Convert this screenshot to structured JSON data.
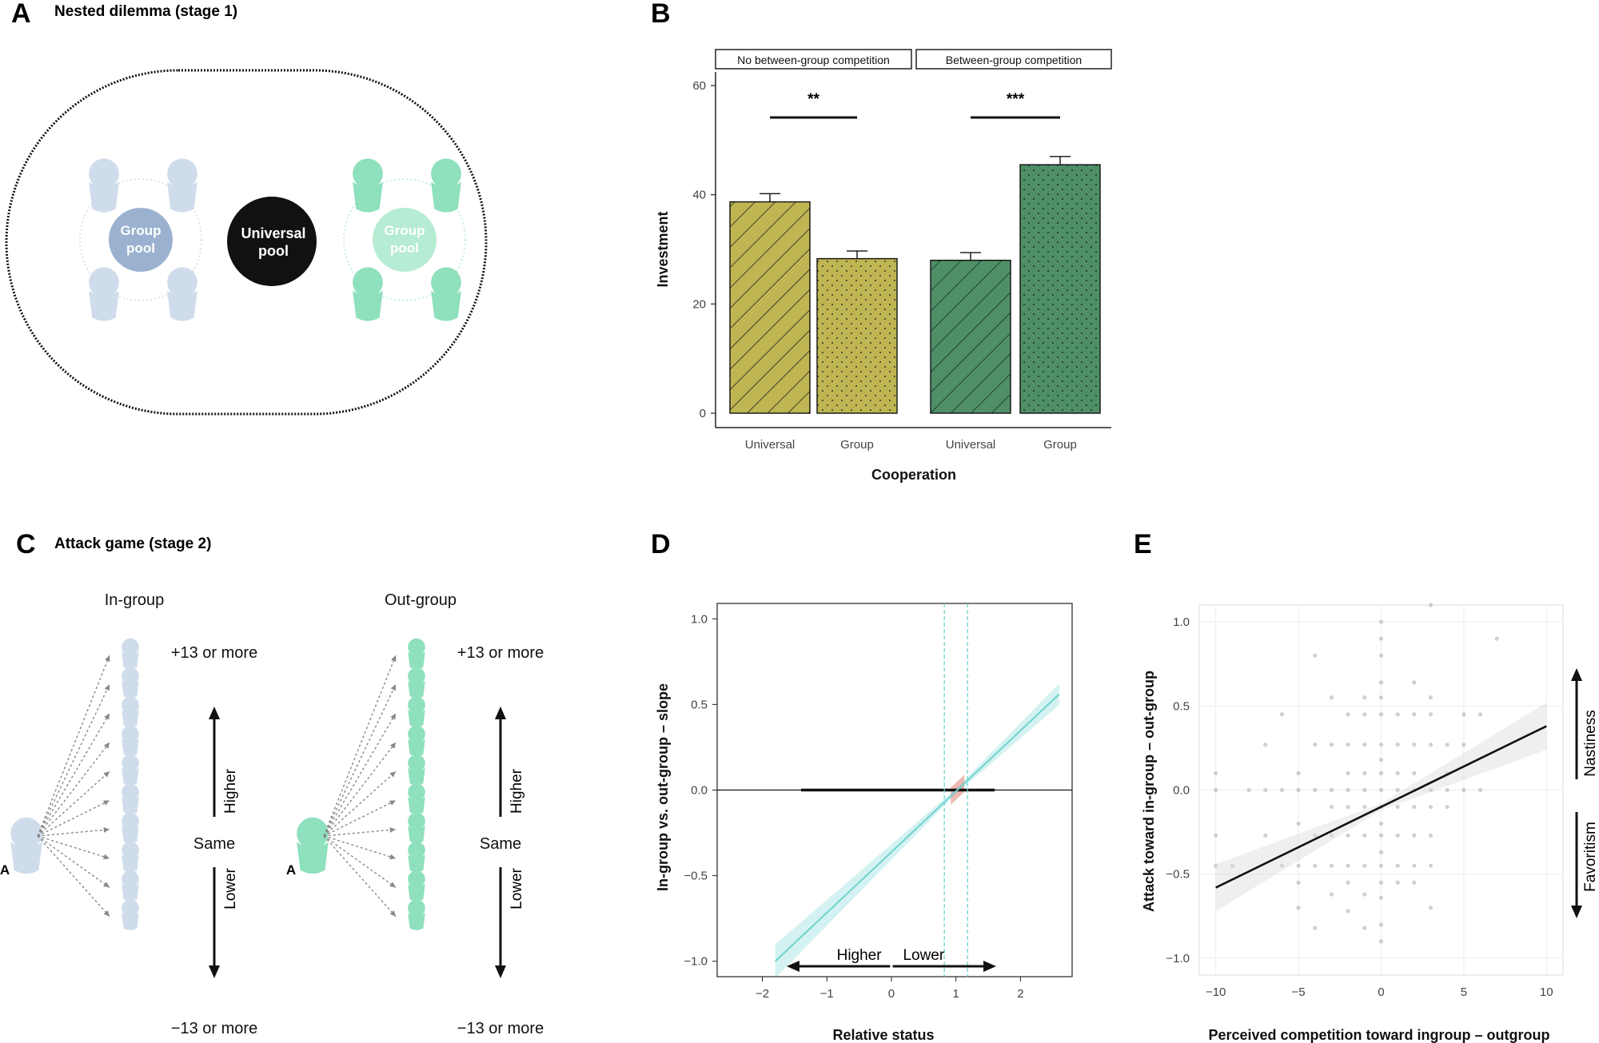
{
  "panels": {
    "a": {
      "letter": "A",
      "title": "Nested dilemma (stage 1)",
      "group_pool_label": [
        "Group",
        "pool"
      ],
      "universal_pool_label": [
        "Universal",
        "pool"
      ]
    },
    "b": {
      "letter": "B",
      "sig_left": "**",
      "sig_right": "***"
    },
    "c": {
      "letter": "C",
      "title": "Attack game (stage 2)",
      "ingroup_label": "In-group",
      "outgroup_label": "Out-group",
      "top_label": "+13 or more",
      "bottom_label": "−13 or more",
      "same_label": "Same",
      "higher_label": "Higher",
      "lower_label": "Lower",
      "attacker_label": "A"
    },
    "d": {
      "letter": "D",
      "higher_label": "Higher",
      "lower_label": "Lower"
    },
    "e": {
      "letter": "E",
      "nastiness_label": "Nastiness",
      "favoritism_label": "Favoritism"
    }
  },
  "colors": {
    "ingroup": "#cfdceb",
    "ingroup_pool": "#9ab2cf",
    "outgroup": "#8fe0bd",
    "outgroup_pool": "#b6ecd4",
    "universal_pool": "#111111",
    "olive": "#bfb552",
    "green": "#4f8f67",
    "teal_line": "#6fd3cf",
    "red_ci": "#e58a80"
  },
  "chart_data": [
    {
      "id": "B",
      "type": "bar",
      "facets": [
        "No between-group competition",
        "Between-group competition"
      ],
      "categories": [
        "Universal",
        "Group"
      ],
      "series": [
        {
          "values": [
            38.7,
            28.3
          ],
          "errors": [
            1.5,
            1.4
          ]
        },
        {
          "values": [
            28.0,
            45.5
          ],
          "errors": [
            1.4,
            1.5
          ]
        }
      ],
      "xlabel": "Cooperation",
      "ylabel": "Investment",
      "ylim": [
        0,
        60
      ],
      "yticks": [
        0,
        20,
        40,
        60
      ]
    },
    {
      "id": "D",
      "type": "line",
      "x": [
        -1.8,
        2.6
      ],
      "y": [
        -1.0,
        0.56
      ],
      "xlabel": "Relative status",
      "ylabel": "In-group vs. out-group – slope",
      "xlim": [
        -2.7,
        2.8
      ],
      "ylim": [
        -1.09,
        1.09
      ],
      "xticks": [
        -2,
        -1,
        0,
        1,
        2
      ],
      "yticks": [
        -1.0,
        -0.5,
        0.0,
        0.5,
        1.0
      ],
      "xtick_labels": [
        "−2",
        "−1",
        "0",
        "1",
        "2"
      ],
      "ytick_labels": [
        "−1.0",
        "−0.5",
        "0.0",
        "0.5",
        "1.0"
      ],
      "reference_lines": {
        "horizontal": 0.0,
        "vertical": [
          0.82,
          1.18
        ]
      },
      "zero_band": [
        -1.4,
        1.6
      ]
    },
    {
      "id": "E",
      "type": "scatter",
      "xlabel": "Perceived competition toward ingroup – outgroup",
      "ylabel": "Attack toward in-group – out-group",
      "xlim": [
        -11,
        11
      ],
      "ylim": [
        -1.1,
        1.1
      ],
      "xticks": [
        -10,
        -5,
        0,
        5,
        10
      ],
      "yticks": [
        -1.0,
        -0.5,
        0.0,
        0.5,
        1.0
      ],
      "xtick_labels": [
        "−10",
        "−5",
        "0",
        "5",
        "10"
      ],
      "ytick_labels": [
        "−1.0",
        "−0.5",
        "0.0",
        "0.5",
        "1.0"
      ],
      "fit_line": {
        "x": [
          -10,
          10
        ],
        "y": [
          -0.58,
          0.38
        ]
      },
      "points": [
        [
          -10,
          0.1
        ],
        [
          -10,
          0
        ],
        [
          -10,
          -0.27
        ],
        [
          -10,
          -0.45
        ],
        [
          -9,
          -0.45
        ],
        [
          -8,
          0
        ],
        [
          -7,
          0.27
        ],
        [
          -7,
          0
        ],
        [
          -7,
          -0.27
        ],
        [
          -6,
          0.45
        ],
        [
          -6,
          0
        ],
        [
          -6,
          -0.45
        ],
        [
          -5,
          0.1
        ],
        [
          -5,
          0
        ],
        [
          -5,
          -0.2
        ],
        [
          -5,
          -0.45
        ],
        [
          -5,
          -0.55
        ],
        [
          -5,
          -0.7
        ],
        [
          -4,
          0.8
        ],
        [
          -4,
          0.27
        ],
        [
          -4,
          0
        ],
        [
          -4,
          -0.27
        ],
        [
          -4,
          -0.45
        ],
        [
          -4,
          -0.82
        ],
        [
          -3,
          0.55
        ],
        [
          -3,
          0.27
        ],
        [
          -3,
          0
        ],
        [
          -3,
          -0.1
        ],
        [
          -3,
          -0.27
        ],
        [
          -3,
          -0.45
        ],
        [
          -3,
          -0.62
        ],
        [
          -2,
          0.45
        ],
        [
          -2,
          0.27
        ],
        [
          -2,
          0.1
        ],
        [
          -2,
          0
        ],
        [
          -2,
          -0.1
        ],
        [
          -2,
          -0.27
        ],
        [
          -2,
          -0.45
        ],
        [
          -2,
          -0.55
        ],
        [
          -2,
          -0.72
        ],
        [
          -1,
          0.55
        ],
        [
          -1,
          0.45
        ],
        [
          -1,
          0.27
        ],
        [
          -1,
          0.1
        ],
        [
          -1,
          0
        ],
        [
          -1,
          -0.1
        ],
        [
          -1,
          -0.27
        ],
        [
          -1,
          -0.45
        ],
        [
          -1,
          -0.62
        ],
        [
          -1,
          -0.82
        ],
        [
          0,
          1.0
        ],
        [
          0,
          0.9
        ],
        [
          0,
          0.8
        ],
        [
          0,
          0.64
        ],
        [
          0,
          0.55
        ],
        [
          0,
          0.45
        ],
        [
          0,
          0.27
        ],
        [
          0,
          0.18
        ],
        [
          0,
          0.1
        ],
        [
          0,
          0
        ],
        [
          0,
          -0.1
        ],
        [
          0,
          -0.2
        ],
        [
          0,
          -0.27
        ],
        [
          0,
          -0.37
        ],
        [
          0,
          -0.45
        ],
        [
          0,
          -0.55
        ],
        [
          0,
          -0.64
        ],
        [
          0,
          -0.8
        ],
        [
          0,
          -0.9
        ],
        [
          1,
          0.45
        ],
        [
          1,
          0.27
        ],
        [
          1,
          0.1
        ],
        [
          1,
          0
        ],
        [
          1,
          -0.1
        ],
        [
          1,
          -0.27
        ],
        [
          1,
          -0.45
        ],
        [
          1,
          -0.55
        ],
        [
          2,
          0.64
        ],
        [
          2,
          0.45
        ],
        [
          2,
          0.27
        ],
        [
          2,
          0.1
        ],
        [
          2,
          0
        ],
        [
          2,
          -0.1
        ],
        [
          2,
          -0.27
        ],
        [
          2,
          -0.45
        ],
        [
          2,
          -0.55
        ],
        [
          3,
          0.55
        ],
        [
          3,
          0.45
        ],
        [
          3,
          0.27
        ],
        [
          3,
          0
        ],
        [
          3,
          -0.1
        ],
        [
          3,
          -0.27
        ],
        [
          3,
          -0.45
        ],
        [
          3,
          -0.7
        ],
        [
          4,
          0.27
        ],
        [
          4,
          0.1
        ],
        [
          4,
          0
        ],
        [
          4,
          -0.1
        ],
        [
          5,
          0.45
        ],
        [
          5,
          0.27
        ],
        [
          5,
          0
        ],
        [
          6,
          0.45
        ],
        [
          6,
          0
        ],
        [
          7,
          0.9
        ],
        [
          3,
          1.1
        ]
      ]
    }
  ]
}
